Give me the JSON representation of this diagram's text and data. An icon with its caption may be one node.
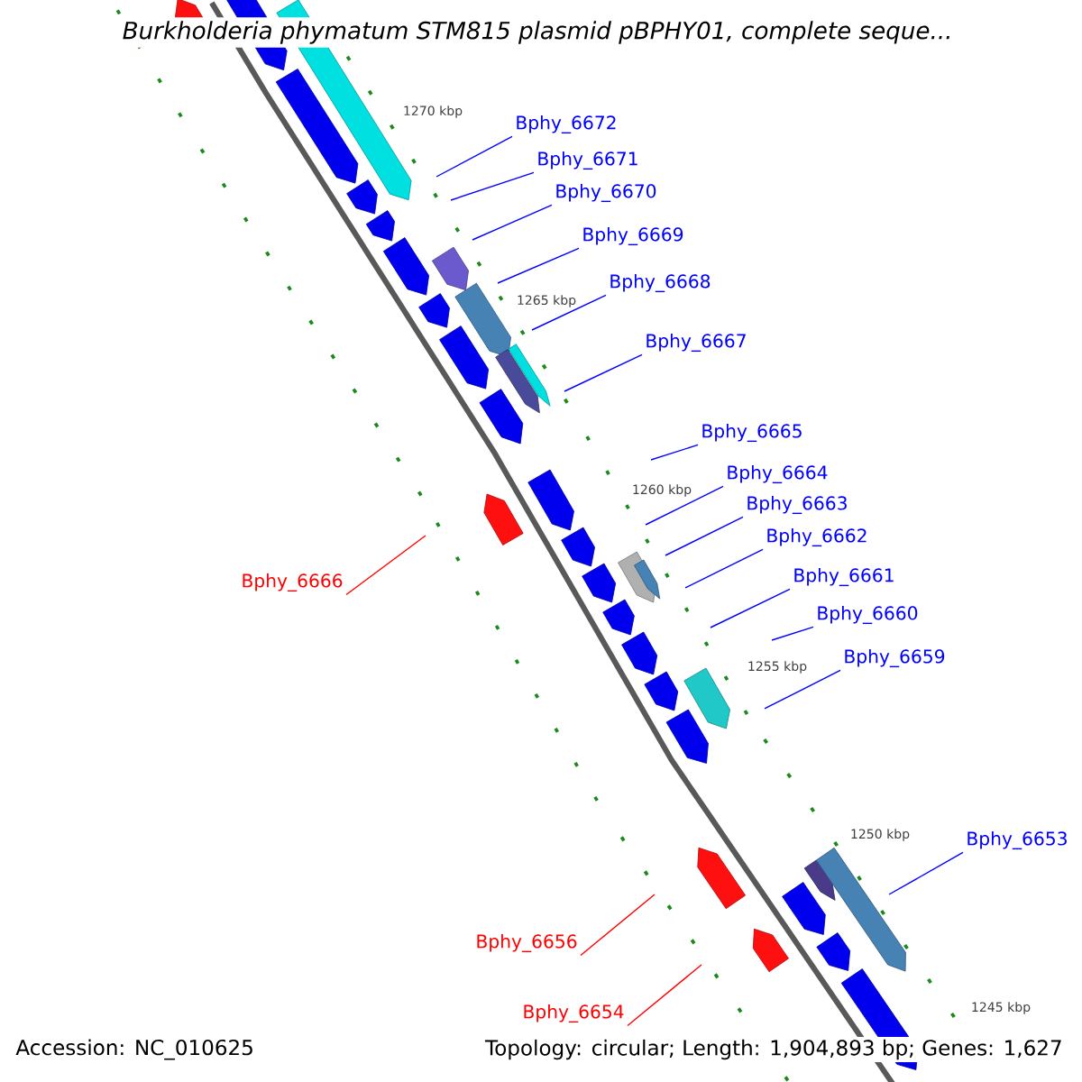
{
  "diagram": {
    "title": "Burkholderia phymatum STM815 plasmid pBPHY01, complete seque...",
    "nodes": [
      {
        "text": [
          "Bphy_6672"
        ]
      },
      {
        "text": [
          "Bphy_6671"
        ]
      },
      {
        "text": [
          "Bphy_6670"
        ]
      },
      {
        "text": [
          "Bphy_6669"
        ]
      },
      {
        "text": [
          "Bphy_6668"
        ]
      },
      {
        "text": [
          "Bphy_6667"
        ]
      },
      {
        "text": [
          "Bphy_6665"
        ]
      },
      {
        "text": [
          "Bphy_6664"
        ]
      },
      {
        "text": [
          "Bphy_6663"
        ]
      },
      {
        "text": [
          "Bphy_6662"
        ]
      },
      {
        "text": [
          "Bphy_6661"
        ]
      },
      {
        "text": [
          "Bphy_6666"
        ]
      },
      {
        "text": [
          "Bphy_6660"
        ]
      },
      {
        "text": [
          "Bphy_6659"
        ]
      },
      {
        "text": [
          "Bphy_6653"
        ]
      },
      {
        "text": [
          "Bphy_6656"
        ]
      },
      {
        "text": [
          "Bphy_6654"
        ]
      }
    ],
    "edges": [
      {
        "from": 0,
        "to": null,
        "arrow": "none"
      },
      {
        "from": 1,
        "to": null,
        "arrow": "none"
      },
      {
        "from": 2,
        "to": null,
        "arrow": "none"
      },
      {
        "from": 3,
        "to": null,
        "arrow": "none"
      },
      {
        "from": 4,
        "to": null,
        "arrow": "none"
      },
      {
        "from": 5,
        "to": null,
        "arrow": "none"
      },
      {
        "from": 6,
        "to": null,
        "arrow": "none"
      },
      {
        "from": 7,
        "to": null,
        "arrow": "none"
      },
      {
        "from": 8,
        "to": null,
        "arrow": "none"
      },
      {
        "from": 9,
        "to": null,
        "arrow": "none"
      },
      {
        "from": 10,
        "to": null,
        "arrow": "none"
      },
      {
        "from": 11,
        "to": null,
        "arrow": "none",
        "color": "#ff0000"
      },
      {
        "from": 12,
        "to": null,
        "arrow": "none"
      },
      {
        "from": 13,
        "to": null,
        "arrow": "none"
      },
      {
        "from": 14,
        "to": null,
        "arrow": "none"
      },
      {
        "from": 15,
        "to": null,
        "arrow": "none",
        "color": "#ff0000"
      },
      {
        "from": 16,
        "to": null,
        "arrow": "none",
        "color": "#ff0000"
      }
    ],
    "labels": [
      "1270 kbp",
      "1265 kbp",
      "1260 kbp",
      "1255 kbp",
      "1250 kbp",
      "1245 kbp",
      "Accession: NC_010625",
      "Topology: circular; Length: 1,904,893 bp; Genes: 1,627"
    ]
  }
}
